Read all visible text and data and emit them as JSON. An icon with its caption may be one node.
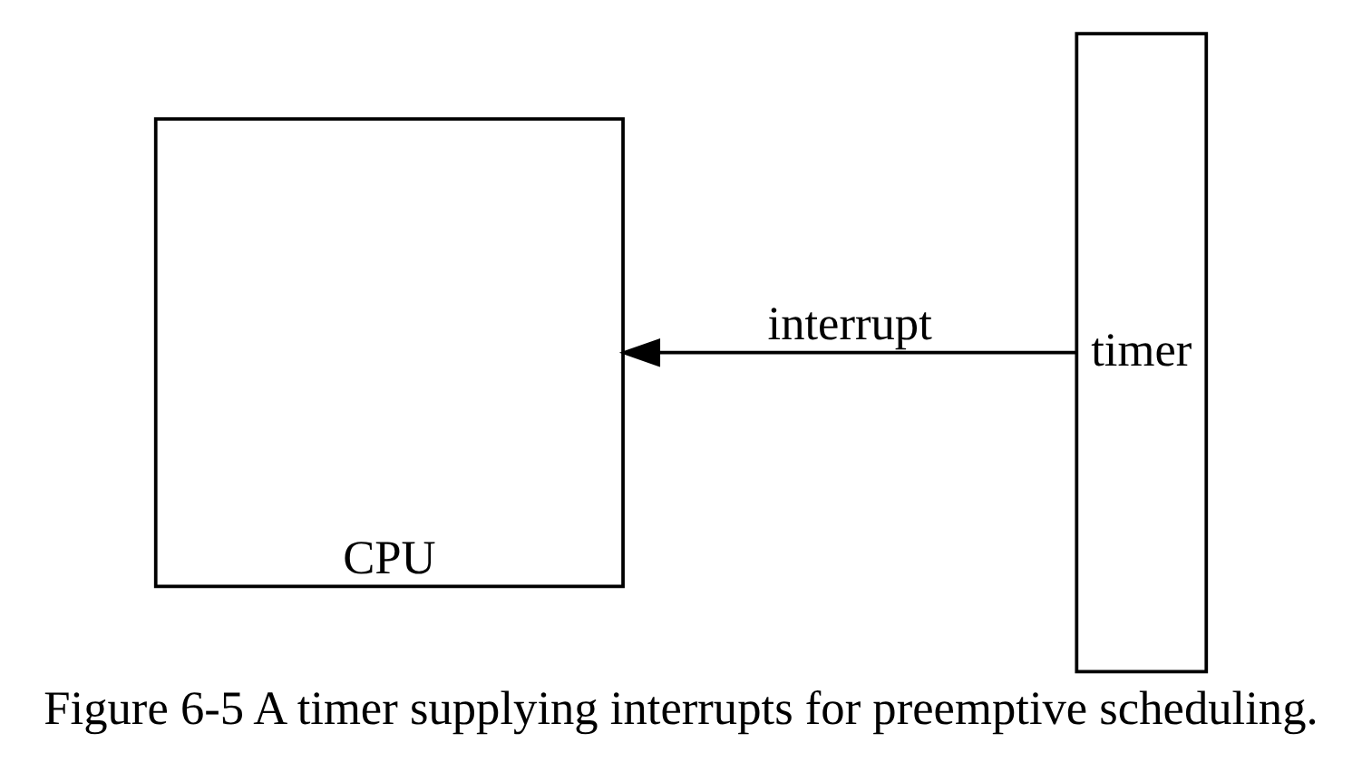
{
  "diagram": {
    "caption": "Figure 6-5 A timer supplying interrupts for preemptive scheduling.",
    "nodes": [
      {
        "text": [
          "CPU"
        ]
      },
      {
        "text": [
          "timer"
        ]
      }
    ],
    "edges": [
      {
        "from": 1,
        "to": 0,
        "arrow": "to",
        "label": "interrupt"
      }
    ]
  }
}
